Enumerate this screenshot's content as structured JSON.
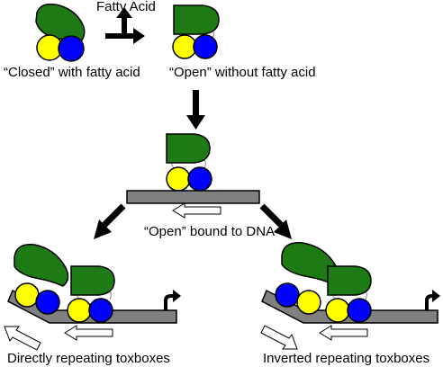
{
  "labels": {
    "fatty_acid": "Fatty Acid",
    "closed": "“Closed” with fatty acid",
    "open": "“Open” without fatty acid",
    "bound": "“Open” bound to DNA",
    "direct": "Directly repeating toxboxes",
    "inverted": "Inverted repeating toxboxes"
  },
  "colors": {
    "domain_green": "#1e7a14",
    "subunit_yellow": "#ffff00",
    "subunit_blue": "#0000ff",
    "dna_gray": "#808080",
    "arrow_black": "#000000",
    "outline": "#000000"
  },
  "icons": {
    "transition_arrow": "black-arrow-icon",
    "dna_box": "hollow-arrow-icon",
    "promoter": "bent-arrow-icon"
  }
}
